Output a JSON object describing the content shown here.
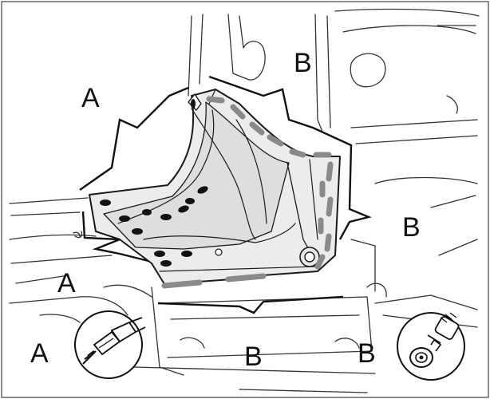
{
  "labels": {
    "a_top": "A",
    "a_mid": "A",
    "a_bottom": "A",
    "b_top": "B",
    "b_right": "B",
    "b_bottom_center": "B",
    "b_bottom_right": "B"
  },
  "colors": {
    "outline": "#1a1a1a",
    "panel_fill": "#e6e6e6",
    "panel_shade": "#d4d4d4",
    "seam": "#8a8a8a",
    "weld_spot": "#111111"
  },
  "icons": {
    "rivet_tool_a": "spot-weld-drill-icon",
    "rivet_tool_b": "spot-weld-cutter-icon"
  }
}
